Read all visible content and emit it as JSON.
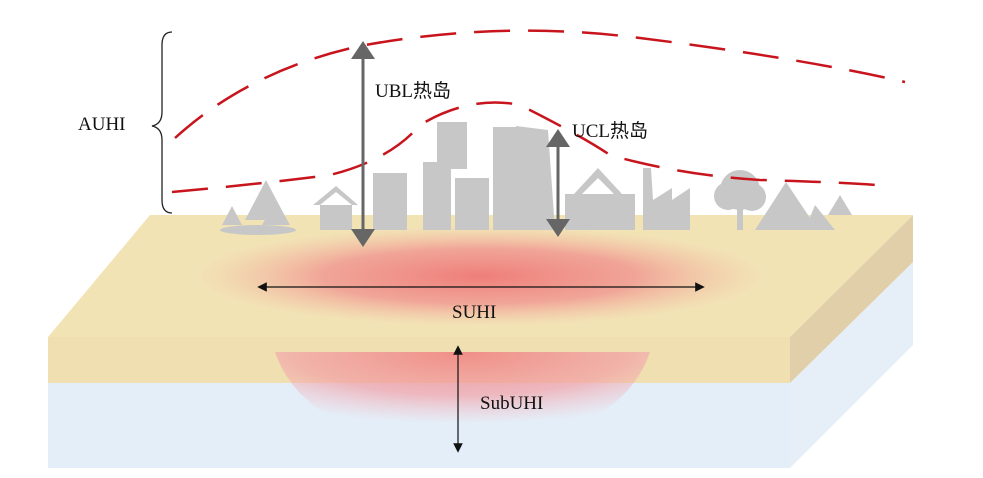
{
  "labels": {
    "auhi": "AUHI",
    "ubl": "UBL热岛",
    "ucl": "UCL热岛",
    "suhi": "SUHI",
    "subuhi": "SubUHI"
  },
  "colors": {
    "surface_top": "#f2e3b5",
    "surface_front": "#f0dfb0",
    "surface_side": "#e0cfa8",
    "subsurface_front": "#e4eef8",
    "subsurface_side": "#e4eef8",
    "heat": "#ee7a7a",
    "boundary_dash": "#c8141c",
    "skyline": "#c7c7c7",
    "arrow_gray": "#666666"
  }
}
